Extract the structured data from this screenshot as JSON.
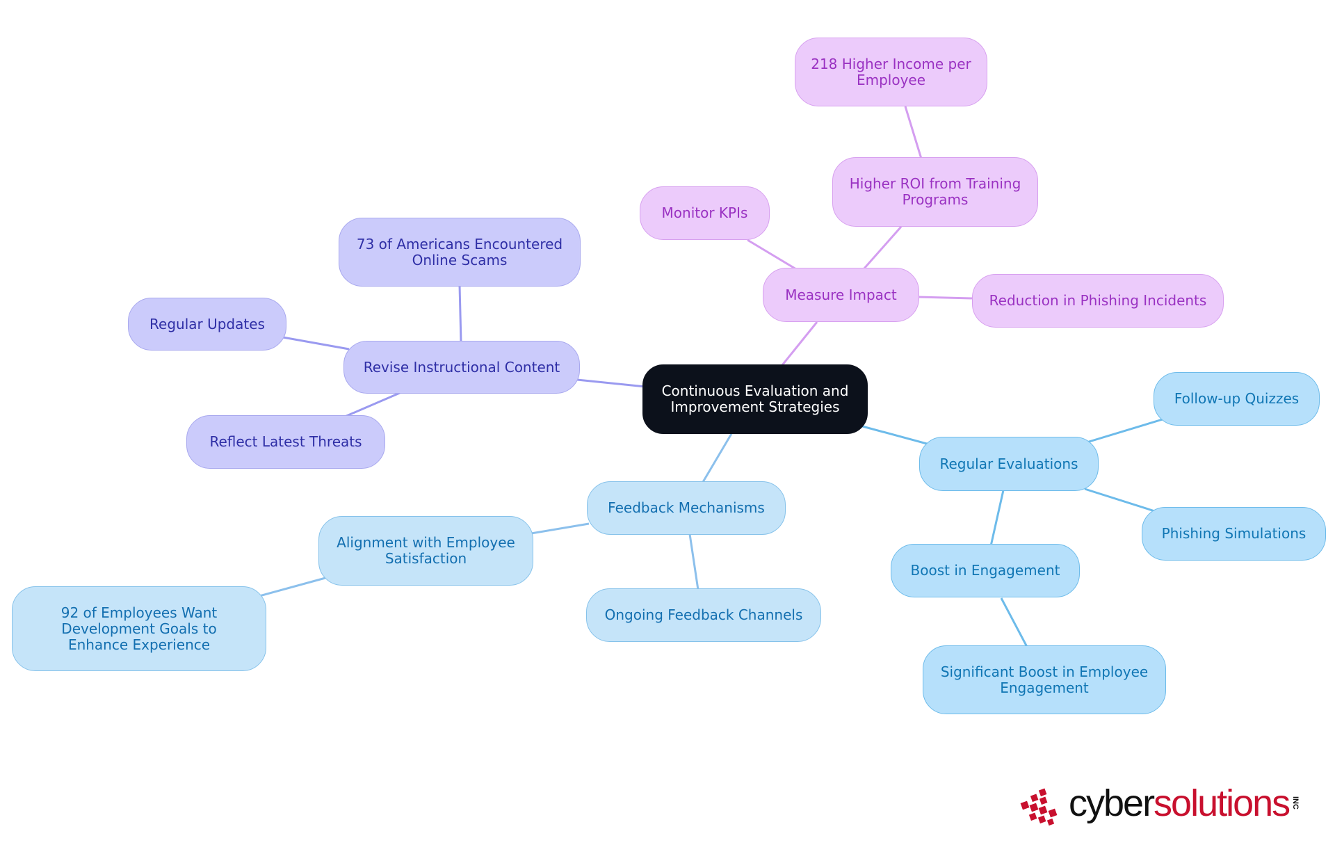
{
  "colors": {
    "root": "#0c111b",
    "indigo": "#cbcbfb",
    "violet": "#eccbfb",
    "azure": "#c5e4f9",
    "sky": "#b6e0fb",
    "link_indigo": "#9a9af0",
    "link_violet": "#d49ef0",
    "link_azure": "#8cc0ec",
    "link_sky": "#6dbbea",
    "brand_red": "#c8102e"
  },
  "mindmap": {
    "root": "Continuous Evaluation and Improvement Strategies",
    "branches": [
      {
        "label": "Revise Instructional Content",
        "children": [
          "73 of Americans Encountered Online Scams",
          "Regular Updates",
          "Reflect Latest Threats"
        ]
      },
      {
        "label": "Measure Impact",
        "children": [
          "Monitor KPIs",
          "Higher ROI from Training Programs",
          "Reduction in Phishing Incidents"
        ],
        "grandchildren": [
          "218 Higher Income per Employee"
        ]
      },
      {
        "label": "Feedback Mechanisms",
        "children": [
          "Alignment with Employee Satisfaction",
          "Ongoing Feedback Channels"
        ],
        "grandchildren": [
          "92 of Employees Want Development Goals to Enhance Experience"
        ]
      },
      {
        "label": "Regular Evaluations",
        "children": [
          "Follow-up Quizzes",
          "Phishing Simulations",
          "Boost in Engagement"
        ],
        "grandchildren": [
          "Significant Boost in Employee Engagement"
        ]
      }
    ]
  },
  "logo": {
    "cyber": "cyber",
    "solutions": "solutions",
    "inc": "INC",
    "icon": "red-cube-mark-icon"
  }
}
